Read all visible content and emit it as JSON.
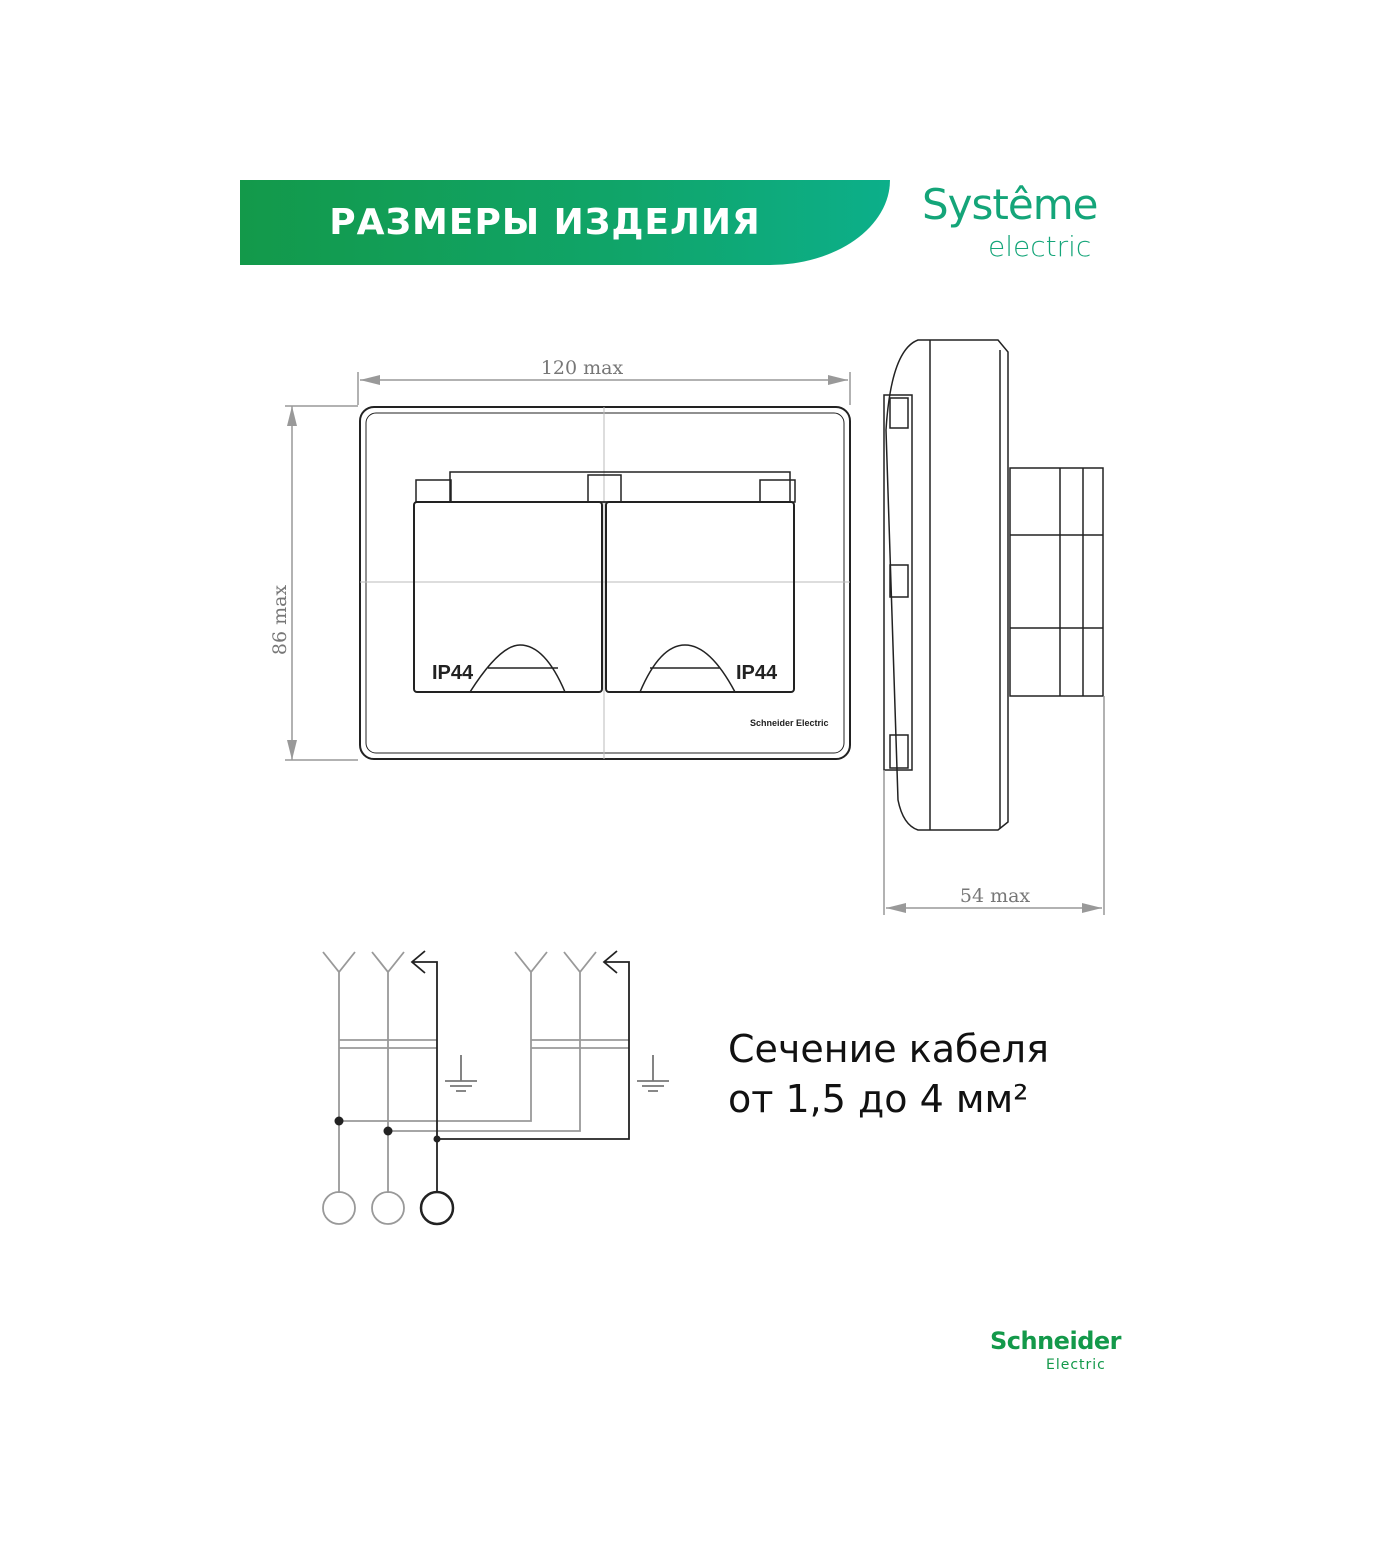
{
  "header": {
    "title": "РАЗМЕРЫ ИЗДЕЛИЯ",
    "banner_color": "#13994a"
  },
  "brand_logo": {
    "line1": "Systême",
    "line2": "electric",
    "color": "#14a579"
  },
  "dimensions": {
    "width": "120 max",
    "height": "86 max",
    "depth": "54 max"
  },
  "product_labels": {
    "left_socket": "IP44",
    "right_socket": "IP44",
    "plate_brand": "Schneider Electric"
  },
  "cable_text": {
    "line1": "Сечение кабеля",
    "line2": "от 1,5 до 4 мм²"
  },
  "footer_logo": {
    "line1": "Schneider",
    "line2": "Electric",
    "color": "#13994a"
  }
}
